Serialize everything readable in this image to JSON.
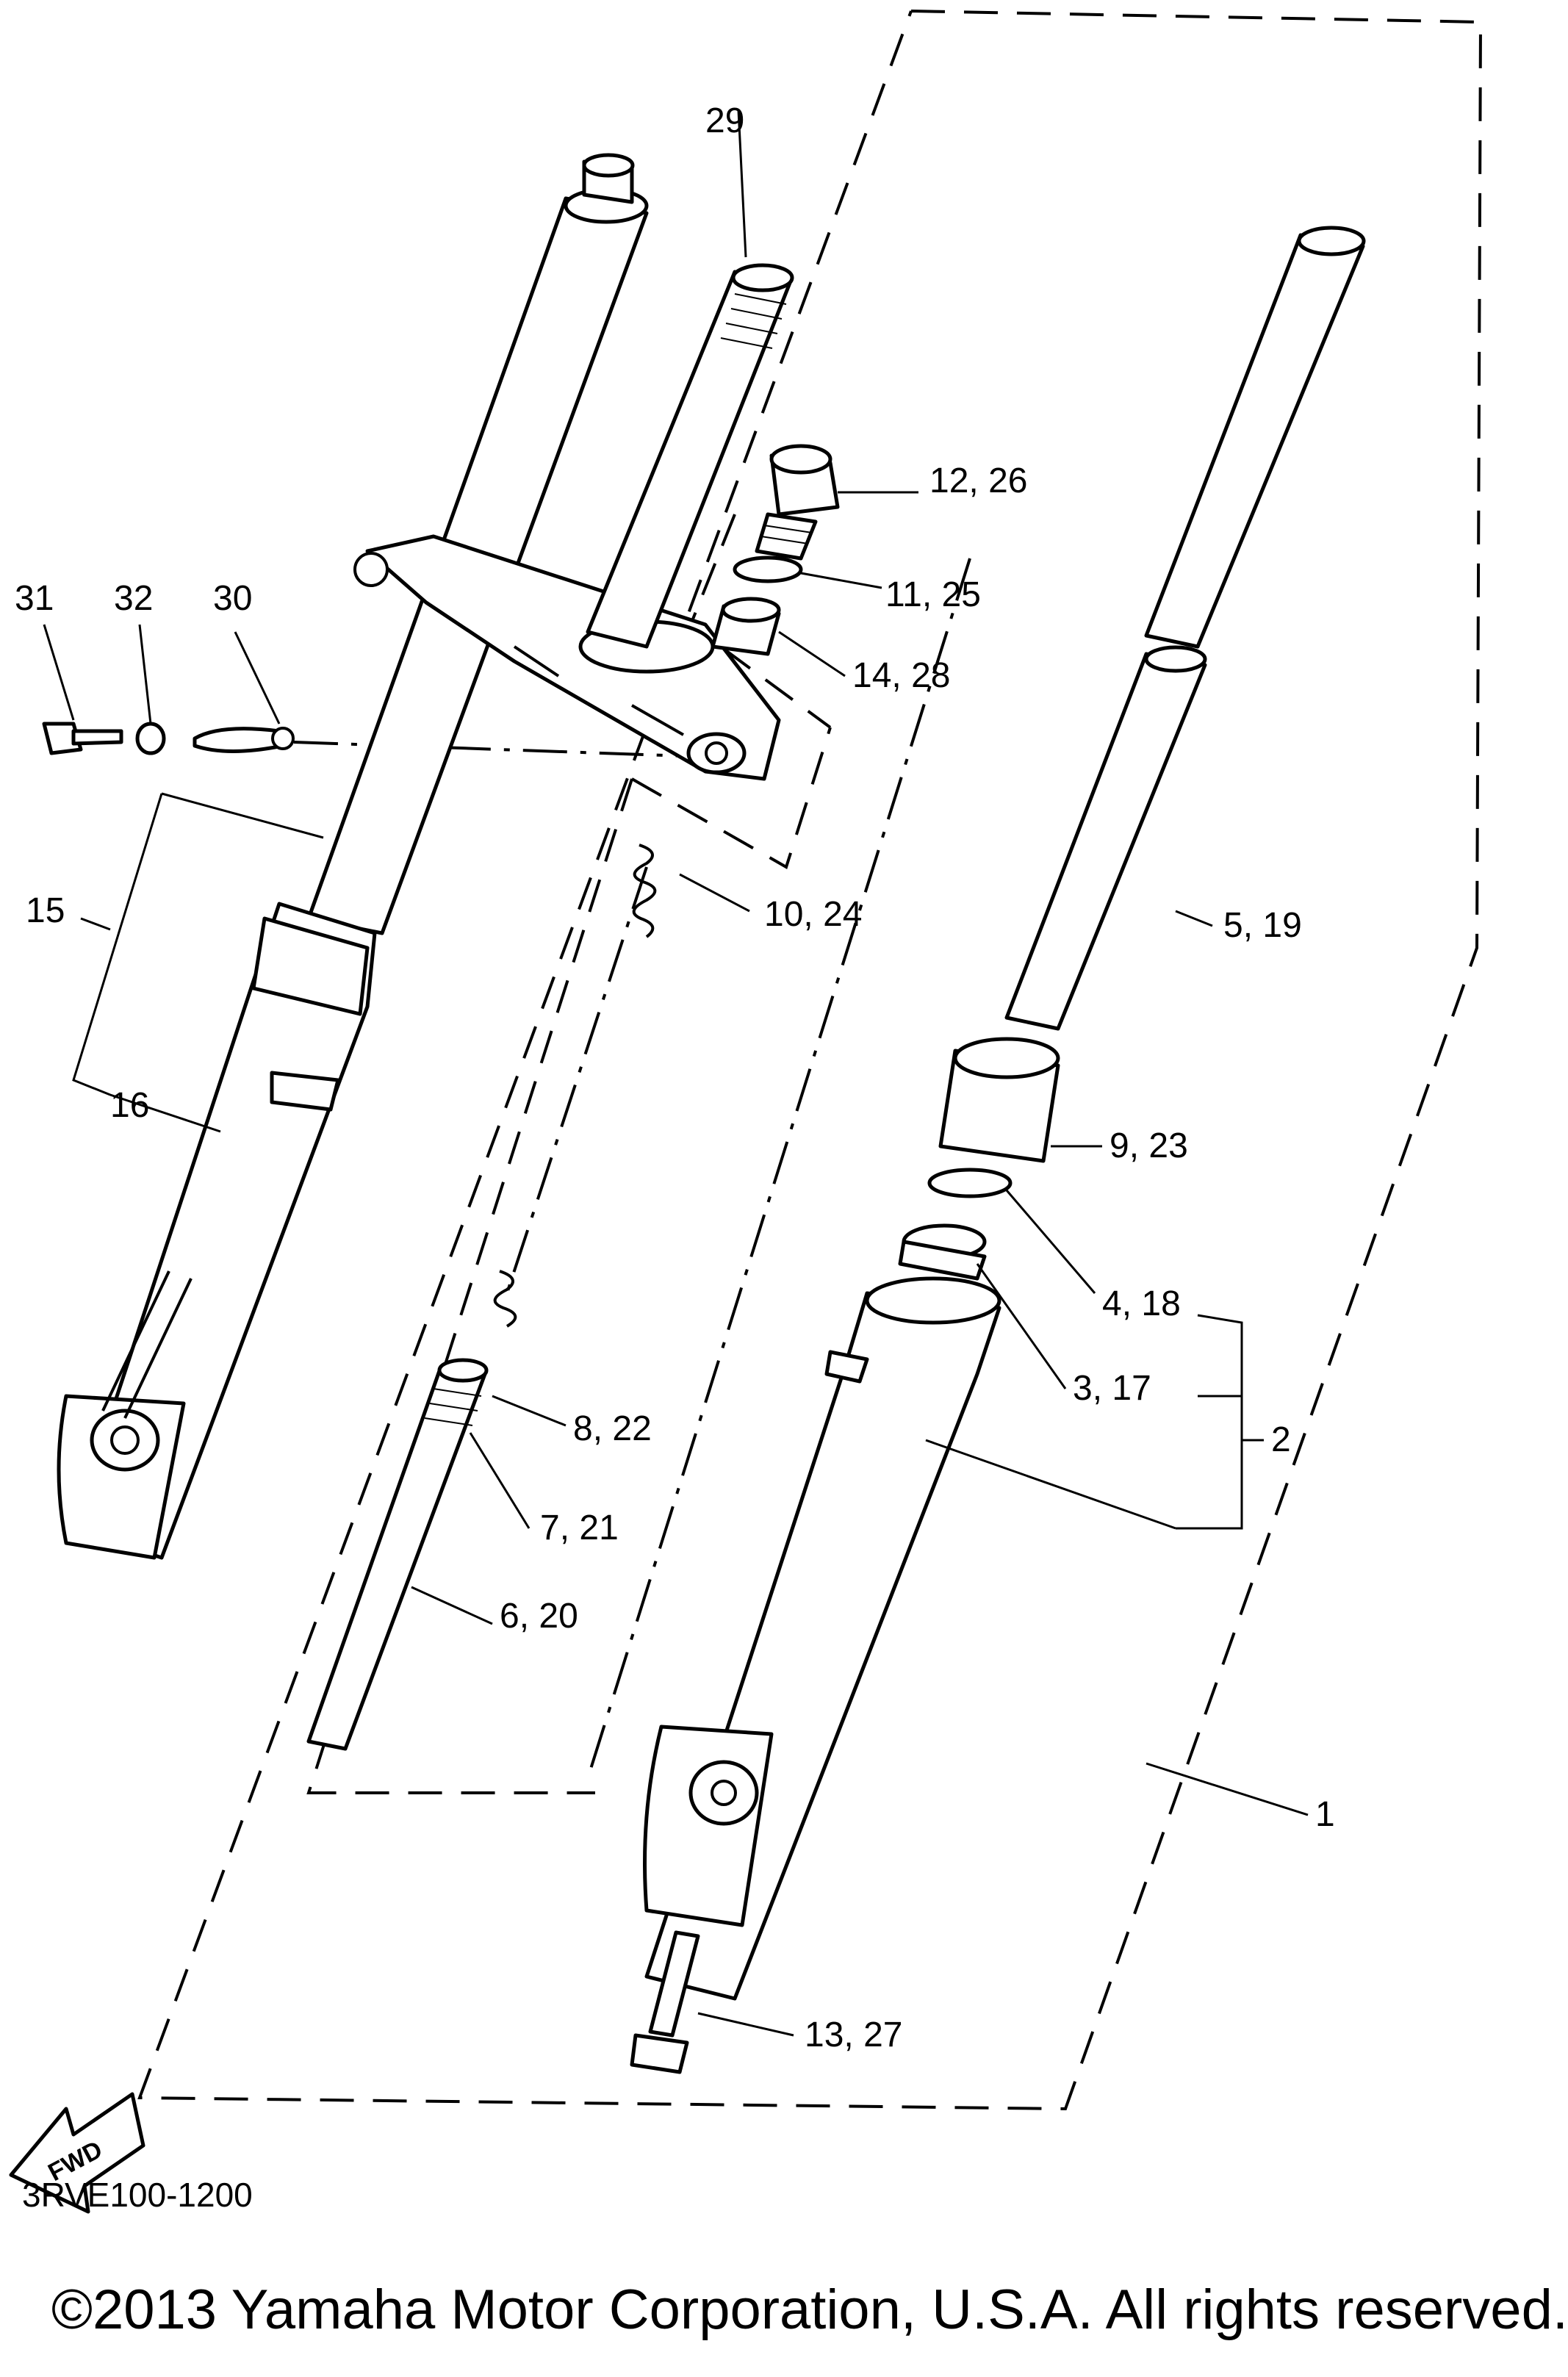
{
  "diagram": {
    "code": "3RVE100-1200",
    "copyright": "©2013 Yamaha Motor Corporation, U.S.A. All rights reserved.",
    "fwd_label": "FWD",
    "callouts": [
      "1",
      "2",
      "3, 17",
      "4, 18",
      "5, 19",
      "6, 20",
      "7, 21",
      "8, 22",
      "9, 23",
      "10, 24",
      "11, 25",
      "12, 26",
      "13, 27",
      "14, 28",
      "15",
      "16",
      "29",
      "30",
      "31",
      "32"
    ]
  }
}
